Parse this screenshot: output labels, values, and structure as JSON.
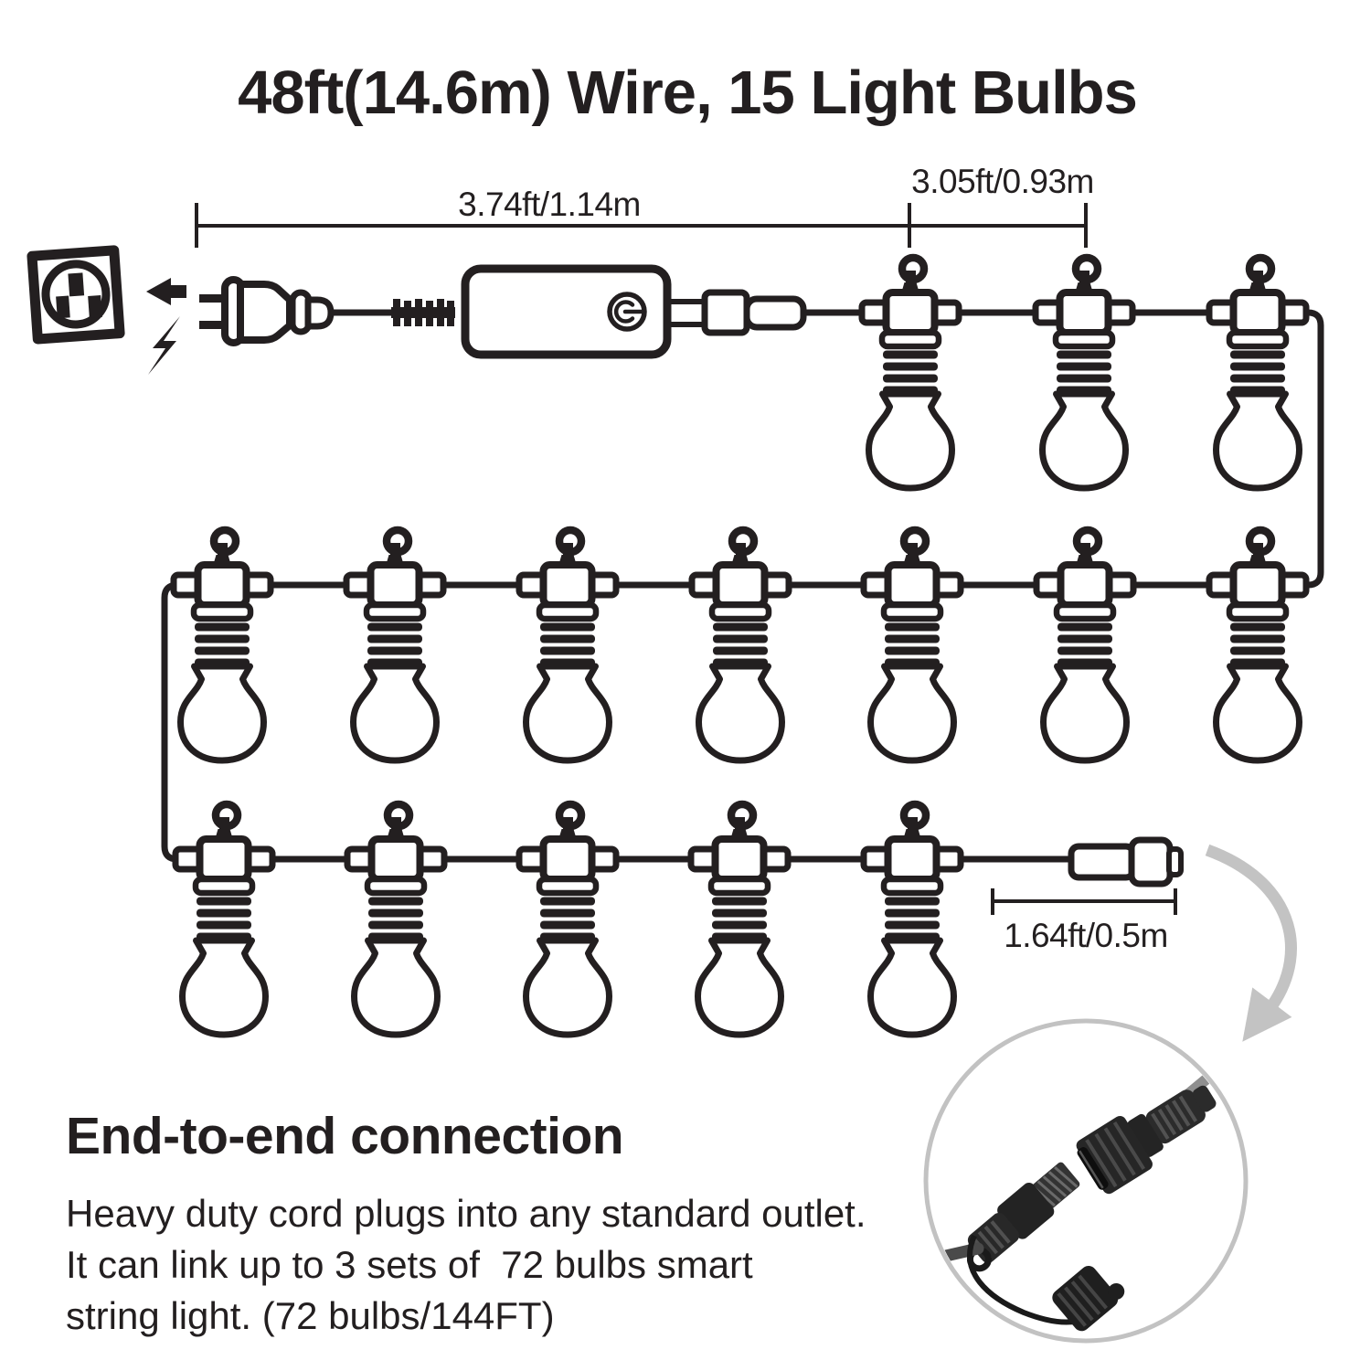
{
  "title": "48ft(14.6m) Wire, 15 Light Bulbs",
  "measurements": {
    "lead_wire": "3.74ft/1.14m",
    "bulb_spacing": "3.05ft/0.93m",
    "end_wire": "1.64ft/0.5m"
  },
  "string_light": {
    "bulb_count": 15,
    "bulbs_per_row": [
      3,
      7,
      5
    ],
    "components": [
      "wall-outlet",
      "two-prong-plug",
      "strain-relief",
      "controller-box-with-power-button",
      "inline-connector",
      "hanging-bulbs",
      "end-to-end-connector",
      "protective-cap"
    ]
  },
  "info": {
    "heading": "End-to-end connection",
    "body_lines": [
      "Heavy duty cord plugs into any standard outlet.",
      "It can link up to 3 sets of  72 bulbs smart",
      "string light. (72 bulbs/144FT)"
    ]
  },
  "colors": {
    "ink": "#231f20",
    "arrow_gray": "#c3c3c3",
    "circle_ring_gray": "#c2c2c2",
    "photo_dark": "#262626",
    "cable_gray": "#8f8f8f"
  }
}
